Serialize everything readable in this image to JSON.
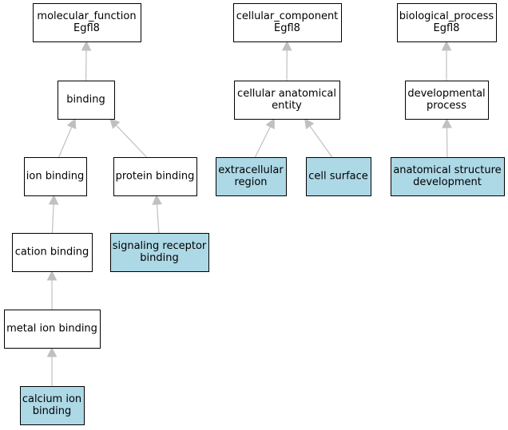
{
  "colors": {
    "plain_fill": "#ffffff",
    "highlight_fill": "#add8e6",
    "edge": "#c0c0c0",
    "border": "#000000"
  },
  "nodes": [
    {
      "id": "molecular_function",
      "lines": [
        "molecular_function",
        "Egfl8"
      ],
      "highlighted": false
    },
    {
      "id": "binding",
      "lines": [
        "binding"
      ],
      "highlighted": false
    },
    {
      "id": "ion_binding",
      "lines": [
        "ion binding"
      ],
      "highlighted": false
    },
    {
      "id": "protein_binding",
      "lines": [
        "protein binding"
      ],
      "highlighted": false
    },
    {
      "id": "cation_binding",
      "lines": [
        "cation binding"
      ],
      "highlighted": false
    },
    {
      "id": "signaling_receptor_binding",
      "lines": [
        "signaling receptor",
        "binding"
      ],
      "highlighted": true
    },
    {
      "id": "metal_ion_binding",
      "lines": [
        "metal ion binding"
      ],
      "highlighted": false
    },
    {
      "id": "calcium_ion_binding",
      "lines": [
        "calcium ion",
        "binding"
      ],
      "highlighted": true
    },
    {
      "id": "cellular_component",
      "lines": [
        "cellular_component",
        "Egfl8"
      ],
      "highlighted": false
    },
    {
      "id": "cellular_anatomical_entity",
      "lines": [
        "cellular anatomical",
        "entity"
      ],
      "highlighted": false
    },
    {
      "id": "extracellular_region",
      "lines": [
        "extracellular",
        "region"
      ],
      "highlighted": true
    },
    {
      "id": "cell_surface",
      "lines": [
        "cell surface"
      ],
      "highlighted": true
    },
    {
      "id": "biological_process",
      "lines": [
        "biological_process",
        "Egfl8"
      ],
      "highlighted": false
    },
    {
      "id": "developmental_process",
      "lines": [
        "developmental",
        "process"
      ],
      "highlighted": false
    },
    {
      "id": "anatomical_structure_development",
      "lines": [
        "anatomical structure",
        "development"
      ],
      "highlighted": true
    }
  ],
  "edges": [
    {
      "from": "binding",
      "to": "molecular_function"
    },
    {
      "from": "ion_binding",
      "to": "binding"
    },
    {
      "from": "protein_binding",
      "to": "binding"
    },
    {
      "from": "cation_binding",
      "to": "ion_binding"
    },
    {
      "from": "signaling_receptor_binding",
      "to": "protein_binding"
    },
    {
      "from": "metal_ion_binding",
      "to": "cation_binding"
    },
    {
      "from": "calcium_ion_binding",
      "to": "metal_ion_binding"
    },
    {
      "from": "cellular_anatomical_entity",
      "to": "cellular_component"
    },
    {
      "from": "extracellular_region",
      "to": "cellular_anatomical_entity"
    },
    {
      "from": "cell_surface",
      "to": "cellular_anatomical_entity"
    },
    {
      "from": "developmental_process",
      "to": "biological_process"
    },
    {
      "from": "anatomical_structure_development",
      "to": "developmental_process"
    }
  ]
}
